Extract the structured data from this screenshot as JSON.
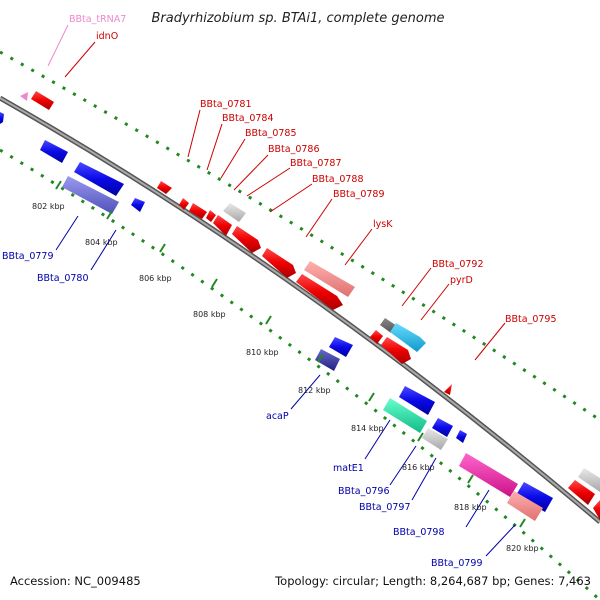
{
  "title": "Bradyrhizobium sp. BTAi1, complete genome",
  "footer": {
    "accession": "Accession: NC_009485",
    "topology": "Topology: circular; Length: 8,264,687 bp; Genes: 7,463"
  },
  "colors": {
    "forward": "#dd0000",
    "reverse": "#1010dd",
    "trna": "#ee88cc",
    "backbone": "#888888",
    "ticks": "#228822"
  },
  "ticks": [
    "802 kbp",
    "804 kbp",
    "806 kbp",
    "808 kbp",
    "810 kbp",
    "812 kbp",
    "814 kbp",
    "816 kbp",
    "818 kbp",
    "820 kbp"
  ],
  "forward_labels": [
    "BBta_tRNA7",
    "idnO",
    "BBta_0781",
    "BBta_0784",
    "BBta_0785",
    "BBta_0786",
    "BBta_0787",
    "BBta_0788",
    "BBta_0789",
    "lysK",
    "BBta_0792",
    "pyrD",
    "BBta_0795"
  ],
  "reverse_labels": [
    "BBta_0779",
    "BBta_0780",
    "acaP",
    "matE1",
    "BBta_0796",
    "BBta_0797",
    "BBta_0798",
    "BBta_0799"
  ]
}
